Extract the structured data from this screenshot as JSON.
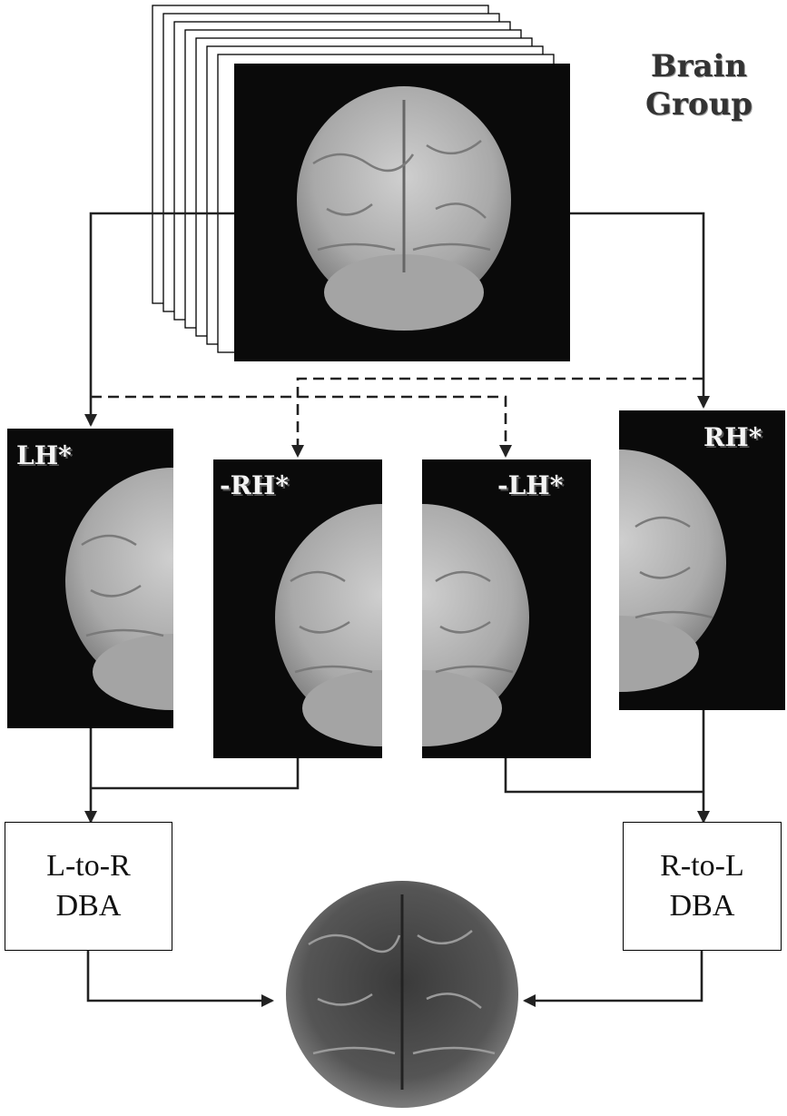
{
  "title": {
    "line1": "Brain",
    "line2": "Group"
  },
  "panels": {
    "lh": "LH*",
    "neg_rh": "-RH*",
    "neg_lh": "-LH*",
    "rh": "RH*"
  },
  "boxes": {
    "l_to_r": {
      "line1": "L-to-R",
      "line2": "DBA"
    },
    "r_to_l": {
      "line1": "R-to-L",
      "line2": "DBA"
    }
  },
  "colors": {
    "panel_bg": "#0a0a0a",
    "brain": "#b8b8b8",
    "line": "#222222"
  },
  "icons": [
    "brain-image",
    "arrow-down",
    "arrow-right",
    "arrow-left"
  ]
}
